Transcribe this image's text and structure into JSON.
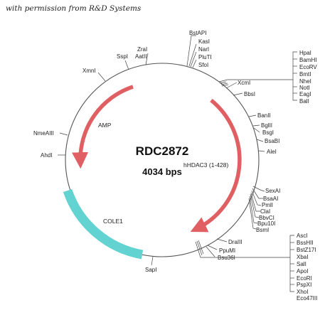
{
  "credit": "with permission from R&D Systems",
  "plasmid": {
    "name": "RDC2872",
    "size_label": "4034 bps",
    "total_bp": 4034,
    "colors": {
      "backbone": "#555555",
      "amp": "#e05f63",
      "orf": "#e05f63",
      "ori": "#62d3d1"
    }
  },
  "features": [
    {
      "id": "amp",
      "label": "AMP",
      "type": "arrow"
    },
    {
      "id": "orf",
      "label": "hHDAC3 (1-428)",
      "type": "arrow"
    },
    {
      "id": "ori",
      "label": "COLE1",
      "type": "band"
    }
  ],
  "sites": [
    {
      "id": "bstapi",
      "labels": [
        "BstAPI",
        "KasI",
        "NarI",
        "PluTI",
        "SfoI"
      ]
    },
    {
      "id": "zrai",
      "labels": [
        "ZraI",
        "AatII"
      ]
    },
    {
      "id": "sspi",
      "labels": [
        "SspI"
      ]
    },
    {
      "id": "xmni",
      "labels": [
        "XmnI"
      ]
    },
    {
      "id": "nmeaiii",
      "labels": [
        "NmeAIII"
      ]
    },
    {
      "id": "ahdi",
      "labels": [
        "AhdI"
      ]
    },
    {
      "id": "hpai",
      "labels": [
        "HpaI",
        "BamHI",
        "EcoRV",
        "BmtI",
        "NheI",
        "NotI",
        "EagI",
        "BalI"
      ]
    },
    {
      "id": "xcmi",
      "labels": [
        "XcmI"
      ]
    },
    {
      "id": "bbsi",
      "labels": [
        "BbsI"
      ]
    },
    {
      "id": "banii",
      "labels": [
        "BanII"
      ]
    },
    {
      "id": "bglii",
      "labels": [
        "BglII"
      ]
    },
    {
      "id": "bsgi",
      "labels": [
        "BsgI"
      ]
    },
    {
      "id": "bsabi",
      "labels": [
        "BsaBI"
      ]
    },
    {
      "id": "alei",
      "labels": [
        "AleI"
      ]
    },
    {
      "id": "sexai",
      "labels": [
        "SexAI",
        "BsaAI",
        "PmlI",
        "ClaI",
        "BbvCI",
        "Bpu10I",
        "BsmI"
      ]
    },
    {
      "id": "draiii",
      "labels": [
        "DraIII"
      ]
    },
    {
      "id": "ppumi",
      "labels": [
        "PpuMI",
        "Bsu36I"
      ]
    },
    {
      "id": "asci",
      "labels": [
        "AscI",
        "BssHII",
        "BstZ17I",
        "XbaI",
        "SalI",
        "ApoI",
        "EcoRI",
        "PspXI",
        "XhoI",
        "Eco47III"
      ]
    },
    {
      "id": "sapi",
      "labels": [
        "SapI"
      ]
    }
  ]
}
